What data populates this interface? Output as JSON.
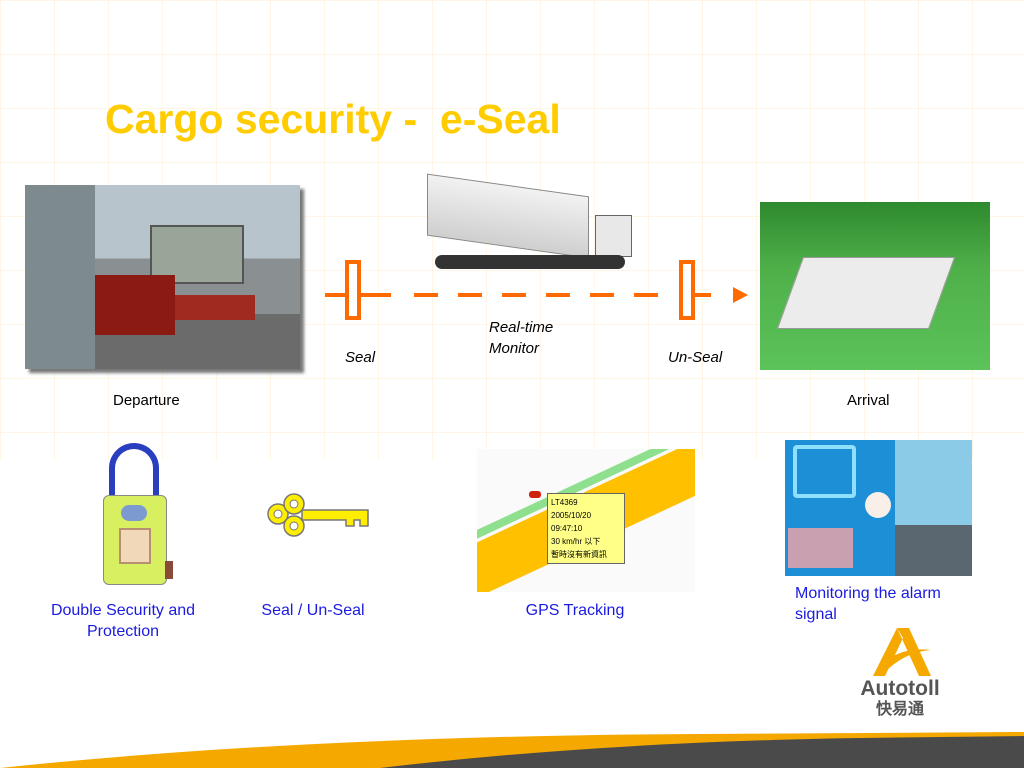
{
  "title": "Cargo security -  e-Seal",
  "flow": {
    "seal": "Seal",
    "monitor_line1": "Real-time",
    "monitor_line2": "Monitor",
    "unseal": "Un-Seal",
    "departure": "Departure",
    "arrival": "Arrival"
  },
  "features": [
    {
      "caption": "Double Security and Protection",
      "icon": "padlock-icon"
    },
    {
      "caption": "Seal / Un-Seal",
      "icon": "key-icon"
    },
    {
      "caption": "GPS Tracking",
      "icon": "gps-map-image"
    },
    {
      "caption": "Monitoring the alarm signal",
      "icon": "alarm-monitoring-image"
    }
  ],
  "gps_popup": {
    "id": "LT4369",
    "date": "2005/10/20",
    "time": "09:47:10",
    "speed": "30 km/hr 以下",
    "message": "暫時沒有新資訊"
  },
  "logo": {
    "name": "Autotoll",
    "chinese": "快易通"
  },
  "colors": {
    "title": "#ffcc00",
    "accent": "#ff6a00",
    "caption": "#1a1ae0"
  }
}
